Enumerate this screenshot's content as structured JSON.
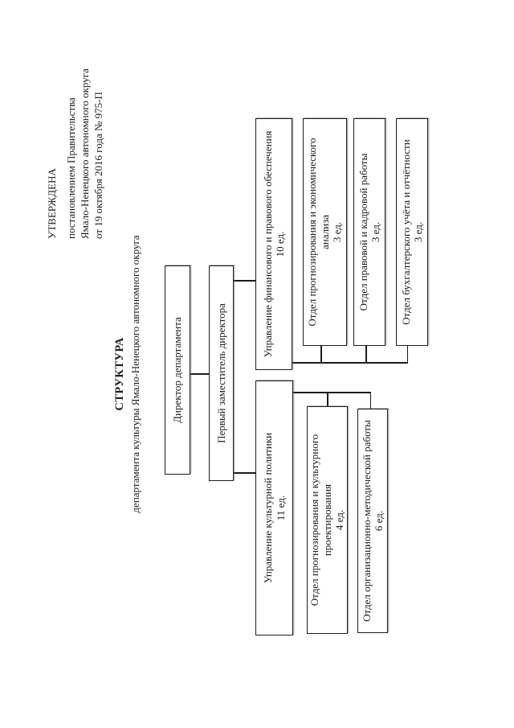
{
  "ink_color": "#1c1c1c",
  "paper_color": "#ffffff",
  "approval": {
    "line1": "УТВЕРЖДЕНА",
    "line2": "постановлением Правительства",
    "line3": "Ямало-Ненецкого автономного округа",
    "line4": "от 19 октября 2016 года № 975-П"
  },
  "title": {
    "heading": "СТРУКТУРА",
    "subheading": "департамента культуры Ямало-Ненецкого автономного округа"
  },
  "org_chart": {
    "director": {
      "label": "Директор департамента"
    },
    "deputy": {
      "label": "Первый заместитель директора"
    },
    "units": [
      {
        "label": "Управление культурной политики",
        "count": "11 ед.",
        "departments": [
          {
            "label": "Отдел прогнозирования и культурного проектирования",
            "count": "4 ед."
          },
          {
            "label": "Отдел организационно-методической работы",
            "count": "6 ед."
          }
        ]
      },
      {
        "label": "Управление финансового и правового обеспечения",
        "count": "10 ед.",
        "departments": [
          {
            "label": "Отдел прогнозирования и экономического анализа",
            "count": "3 ед."
          },
          {
            "label": "Отдел правовой и кадровой работы",
            "count": "3 ед."
          },
          {
            "label": "Отдел бухгалтерского учёта и отчётности",
            "count": "3 ед."
          }
        ]
      }
    ]
  }
}
